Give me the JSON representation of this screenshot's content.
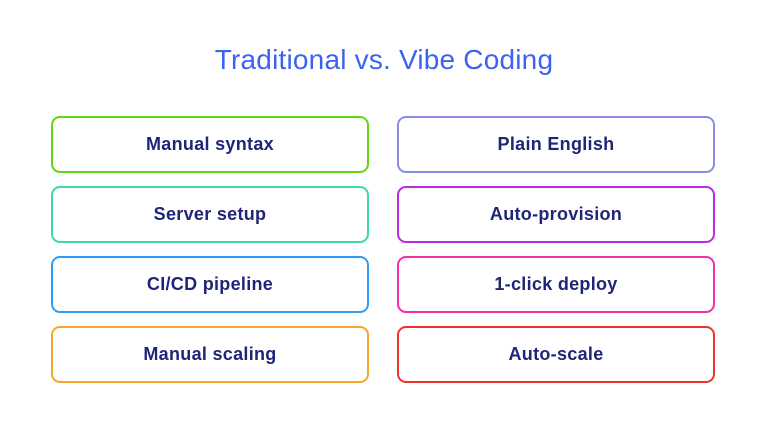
{
  "diagram": {
    "title": "Traditional vs. Vibe Coding",
    "title_color": "#3C63EE",
    "label_color": "#1F2577",
    "background_color": "#FFFFFF",
    "left_column": {
      "name": "traditional",
      "cards": [
        {
          "label": "Manual syntax",
          "border_color": "#5FD714"
        },
        {
          "label": "Server setup",
          "border_color": "#3FD8AC"
        },
        {
          "label": "CI/CD pipeline",
          "border_color": "#2E9CF4"
        },
        {
          "label": "Manual scaling",
          "border_color": "#F7A62A"
        }
      ]
    },
    "right_column": {
      "name": "vibe-coding",
      "cards": [
        {
          "label": "Plain English",
          "border_color": "#8B8DE4"
        },
        {
          "label": "Auto-provision",
          "border_color": "#BD29E0"
        },
        {
          "label": "1-click deploy",
          "border_color": "#FA2BA7"
        },
        {
          "label": "Auto-scale",
          "border_color": "#F2302E"
        }
      ]
    }
  }
}
